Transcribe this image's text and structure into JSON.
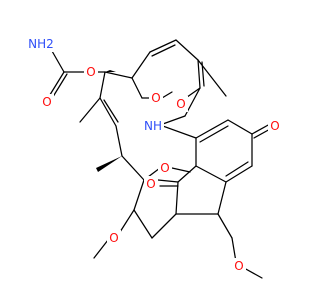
{
  "colors": {
    "bond": "#000000",
    "oxygen": "#ff0d0d",
    "nitrogen": "#3050f8",
    "carbon": "#000000",
    "background": "#ffffff"
  },
  "atoms": [
    {
      "id": "nh2",
      "text": "NH2",
      "element": "N"
    },
    {
      "id": "o_carbamate_carbonyl",
      "text": "O",
      "element": "O"
    },
    {
      "id": "o_carbamate_ester",
      "text": "O",
      "element": "O"
    },
    {
      "id": "o_methoxy_top",
      "text": "O",
      "element": "O"
    },
    {
      "id": "o_amide",
      "text": "O",
      "element": "O"
    },
    {
      "id": "nh_amide",
      "text": "NH",
      "element": "N"
    },
    {
      "id": "o_quinone_right",
      "text": "O",
      "element": "O"
    },
    {
      "id": "o_methoxy_center",
      "text": "O",
      "element": "O"
    },
    {
      "id": "o_quinone_bottom",
      "text": "O",
      "element": "O"
    },
    {
      "id": "o_methoxy_left",
      "text": "O",
      "element": "O"
    },
    {
      "id": "o_methoxy_right",
      "text": "O",
      "element": "O"
    }
  ]
}
